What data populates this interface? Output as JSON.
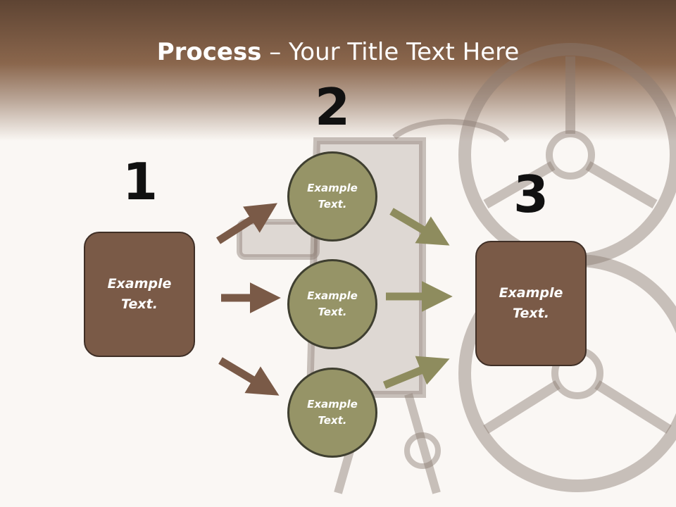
{
  "title": {
    "bold": "Process",
    "rest": " – Your Title Text Here"
  },
  "steps": [
    {
      "number": "1",
      "label": "Example\nText."
    },
    {
      "number": "2",
      "label": "Example\nText."
    },
    {
      "number": "3",
      "label": "Example\nText."
    }
  ],
  "branches": [
    {
      "label": "Example\nText."
    },
    {
      "label": "Example\nText."
    },
    {
      "label": "Example\nText."
    }
  ],
  "colors": {
    "box_fill": "#7a5a47",
    "circle_fill": "#969467",
    "arrow_brown": "#7a5a47",
    "arrow_olive": "#8e8c5e"
  },
  "background": {
    "image": "film-projector-icon"
  }
}
